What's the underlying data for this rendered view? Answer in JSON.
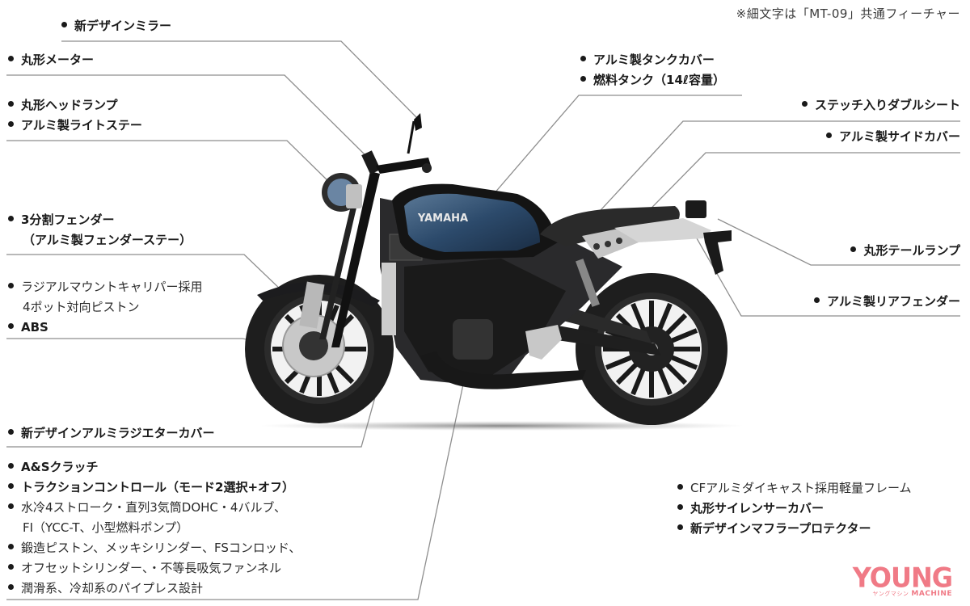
{
  "header": {
    "note": "※細文字は「MT-09」共通フィーチャー"
  },
  "callouts_left": [
    {
      "id": "mirror",
      "lines": [
        {
          "text": "新デザインミラー",
          "weight": "bold",
          "bullet": true
        }
      ]
    },
    {
      "id": "meter",
      "lines": [
        {
          "text": "丸形メーター",
          "weight": "bold",
          "bullet": true
        }
      ]
    },
    {
      "id": "headlamp",
      "lines": [
        {
          "text": "丸形ヘッドランプ",
          "weight": "bold",
          "bullet": true
        },
        {
          "text": "アルミ製ライトステー",
          "weight": "bold",
          "bullet": true
        }
      ]
    },
    {
      "id": "fender",
      "lines": [
        {
          "text": "3分割フェンダー",
          "weight": "bold",
          "bullet": true
        },
        {
          "text": "（アルミ製フェンダーステー）",
          "weight": "bold",
          "bullet": false
        }
      ]
    },
    {
      "id": "brake",
      "lines": [
        {
          "text": "ラジアルマウントキャリパー採用",
          "weight": "thin",
          "bullet": true
        },
        {
          "text": "4ポット対向ピストン",
          "weight": "thin",
          "bullet": false
        },
        {
          "text": "ABS",
          "weight": "bold",
          "bullet": true
        }
      ]
    },
    {
      "id": "radiator",
      "lines": [
        {
          "text": "新デザインアルミラジエターカバー",
          "weight": "bold",
          "bullet": true
        }
      ]
    },
    {
      "id": "engine",
      "lines": [
        {
          "text": "A&Sクラッチ",
          "weight": "bold",
          "bullet": true
        },
        {
          "text": "トラクションコントロール（モード2選択+オフ）",
          "weight": "bold",
          "bullet": true
        },
        {
          "text": "水冷4ストローク・直列3気筒DOHC・4バルブ、",
          "weight": "thin",
          "bullet": true
        },
        {
          "text": "FI（YCC-T、小型燃料ポンプ）",
          "weight": "thin",
          "bullet": false
        },
        {
          "text": "鍛造ピストン、メッキシリンダー、FSコンロッド、",
          "weight": "thin",
          "bullet": true
        },
        {
          "text": "オフセットシリンダー、・不等長吸気ファンネル",
          "weight": "thin",
          "bullet": true
        },
        {
          "text": "潤滑系、冷却系のパイプレス設計",
          "weight": "thin",
          "bullet": true
        }
      ]
    }
  ],
  "callouts_right": [
    {
      "id": "tank",
      "lines": [
        {
          "text": "アルミ製タンクカバー",
          "weight": "bold",
          "bullet": true
        },
        {
          "text": "燃料タンク（14ℓ容量）",
          "weight": "bold",
          "bullet": true
        }
      ]
    },
    {
      "id": "seat",
      "lines": [
        {
          "text": "ステッチ入りダブルシート",
          "weight": "bold",
          "bullet": true
        }
      ]
    },
    {
      "id": "sidecover",
      "lines": [
        {
          "text": "アルミ製サイドカバー",
          "weight": "bold",
          "bullet": true
        }
      ]
    },
    {
      "id": "taillamp",
      "lines": [
        {
          "text": "丸形テールランプ",
          "weight": "bold",
          "bullet": true
        }
      ]
    },
    {
      "id": "rearfender",
      "lines": [
        {
          "text": "アルミ製リアフェンダー",
          "weight": "bold",
          "bullet": true
        }
      ]
    },
    {
      "id": "frame",
      "lines": [
        {
          "text": "CFアルミダイキャスト採用軽量フレーム",
          "weight": "thin",
          "bullet": true
        },
        {
          "text": "丸形サイレンサーカバー",
          "weight": "bold",
          "bullet": true
        },
        {
          "text": "新デザインマフラープロテクター",
          "weight": "bold",
          "bullet": true
        }
      ]
    }
  ],
  "bike": {
    "tank_brand": "YAMAHA",
    "tank_color": "#2c4a6b",
    "body_color": "#1c1c1e"
  },
  "logo": {
    "main": "YOUNG",
    "sub": "MACHINE",
    "kana": "ヤングマシン",
    "color": "#f07a86"
  }
}
